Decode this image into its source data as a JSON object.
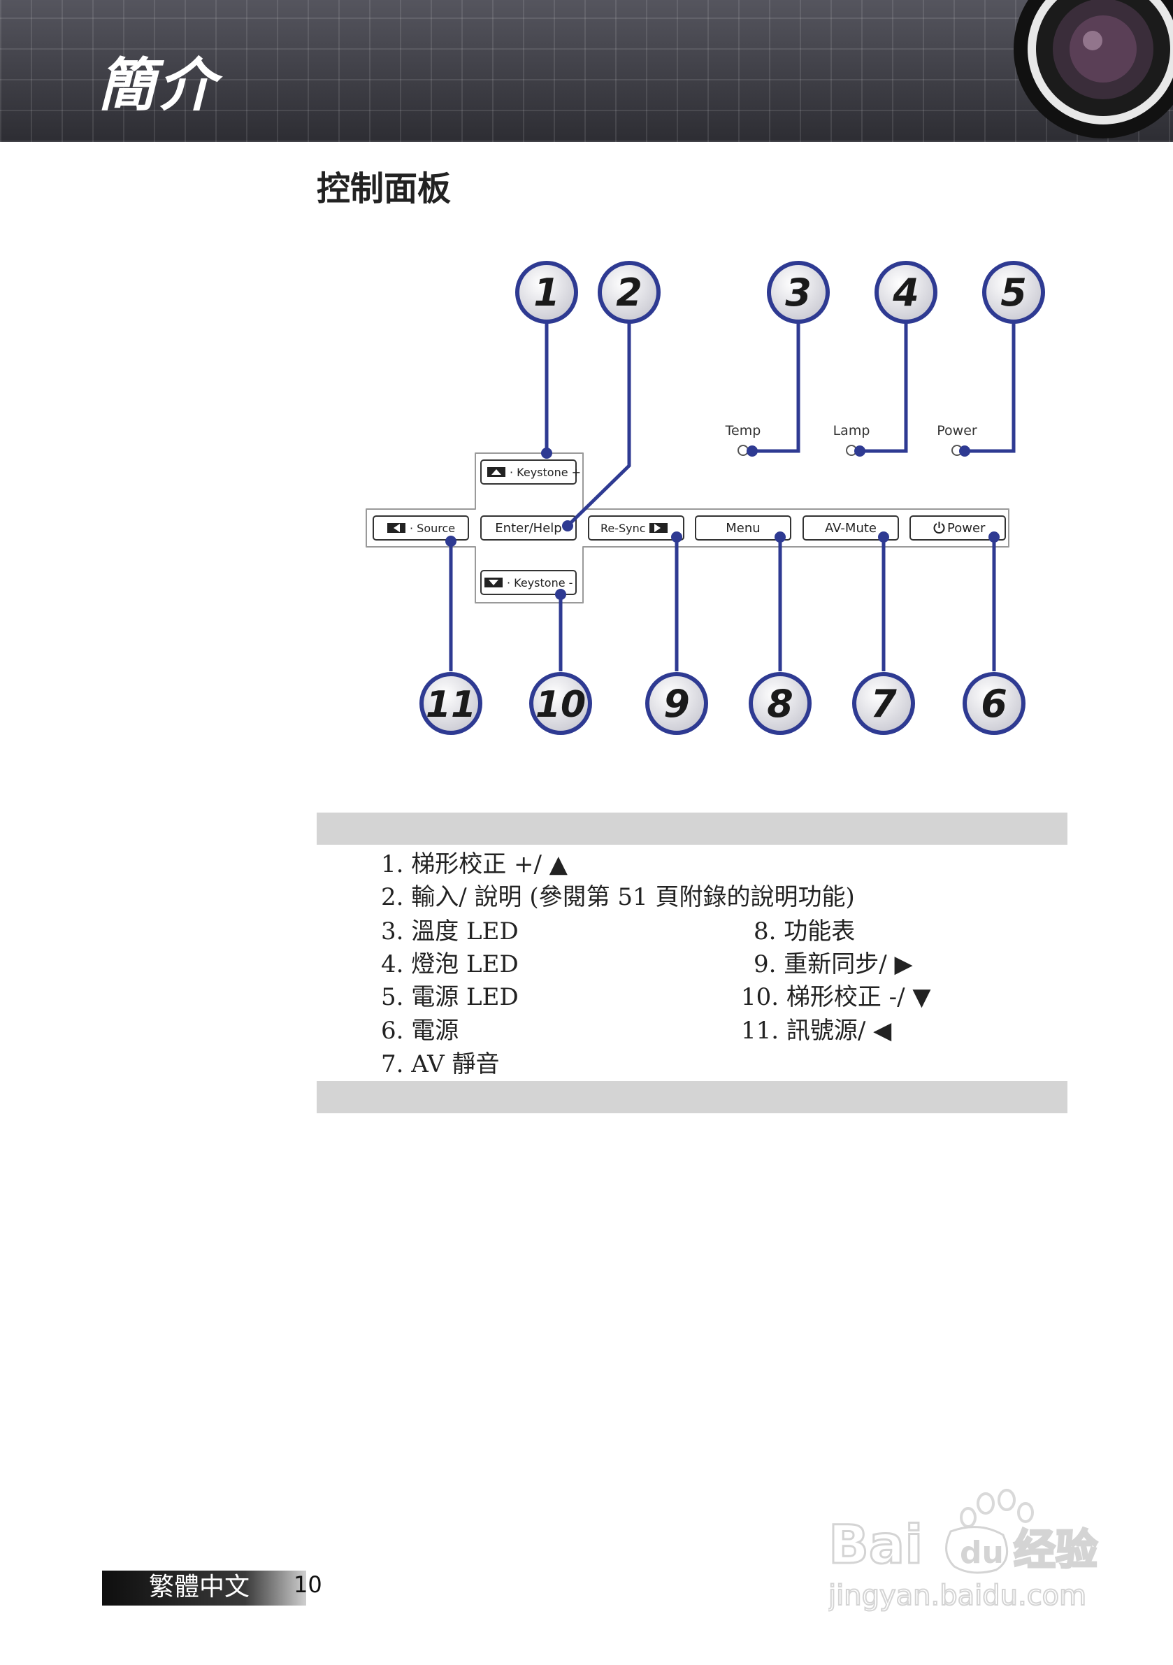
{
  "header": {
    "title": "簡介"
  },
  "section": {
    "title": "控制面板"
  },
  "panel": {
    "led_labels": [
      "Temp",
      "Lamp",
      "Power"
    ],
    "buttons": {
      "keystone_plus": "· Keystone +",
      "source": "· Source",
      "enter_help": "Enter/Help",
      "keystone_minus": "· Keystone -",
      "resync": "Re-Sync ·",
      "menu": "Menu",
      "av_mute": "AV-Mute",
      "power": "Power"
    },
    "callouts_top": [
      "1",
      "2",
      "3",
      "4",
      "5"
    ],
    "callouts_bottom": [
      "11",
      "10",
      "9",
      "8",
      "7",
      "6"
    ]
  },
  "legend": {
    "items": [
      "1. 梯形校正 +/ ▲",
      "2. 輸入/ 說明 (參閱第 51 頁附錄的說明功能)",
      "3. 溫度 LED",
      "4. 燈泡 LED",
      "5. 電源 LED",
      "6. 電源",
      "7. AV 靜音",
      "8. 功能表",
      "9. 重新同步/ ▶",
      "10. 梯形校正 -/ ▼",
      "11. 訊號源/ ◀"
    ]
  },
  "footer": {
    "language": "繁體中文",
    "page": "10"
  },
  "watermark": {
    "brand": "Bai",
    "brand_suffix": "经验",
    "url": "jingyan.baidu.com"
  },
  "colors": {
    "callout_blue": "#2e3a92",
    "legend_bar": "#d4d4d4",
    "header_bg": "#3f3f47"
  }
}
